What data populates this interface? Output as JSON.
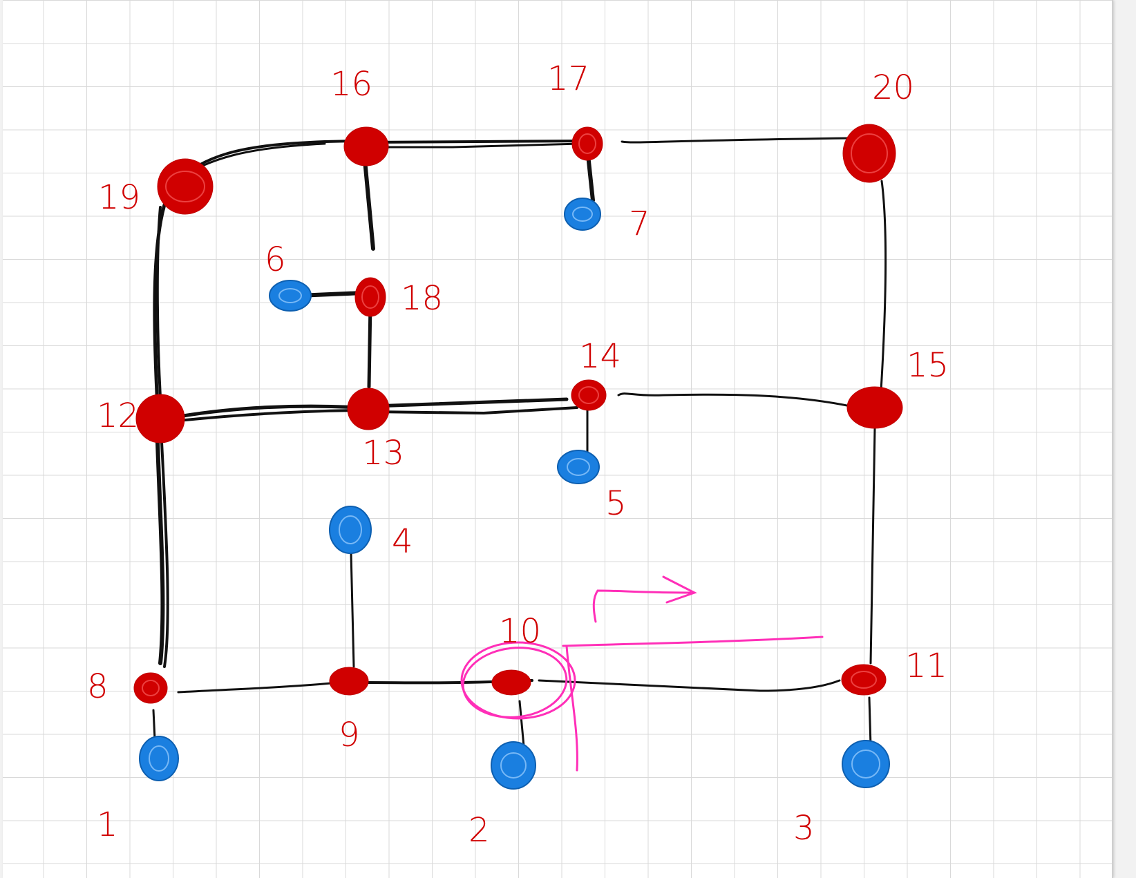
{
  "colors": {
    "wire": "#111111",
    "junction": "#d00000",
    "terminal": "#1a7fe0",
    "annotation": "#ff2fb8",
    "label": "#d00000"
  },
  "nodes": {
    "n1": "1",
    "n2": "2",
    "n3": "3",
    "n4": "4",
    "n5": "5",
    "n6": "6",
    "n7": "7",
    "n8": "8",
    "n9": "9",
    "n10": "10",
    "n11": "11",
    "n12": "12",
    "n13": "13",
    "n14": "14",
    "n15": "15",
    "n16": "16",
    "n17": "17",
    "n18": "18",
    "n19": "19",
    "n20": "20"
  },
  "edges": [
    [
      "19",
      "16"
    ],
    [
      "16",
      "17"
    ],
    [
      "17",
      "7"
    ],
    [
      "17",
      "20"
    ],
    [
      "20",
      "15"
    ],
    [
      "19",
      "12"
    ],
    [
      "16",
      "13"
    ],
    [
      "6",
      "18"
    ],
    [
      "12",
      "13"
    ],
    [
      "13",
      "14"
    ],
    [
      "14",
      "5"
    ],
    [
      "14",
      "15"
    ],
    [
      "15",
      "11"
    ],
    [
      "12",
      "8"
    ],
    [
      "8",
      "1"
    ],
    [
      "8",
      "9"
    ],
    [
      "9",
      "4"
    ],
    [
      "9",
      "10"
    ],
    [
      "10",
      "2"
    ],
    [
      "10",
      "11"
    ],
    [
      "11",
      "3"
    ]
  ],
  "annotation": {
    "highlighted_node": "10",
    "icon": "right-arrow-icon"
  }
}
